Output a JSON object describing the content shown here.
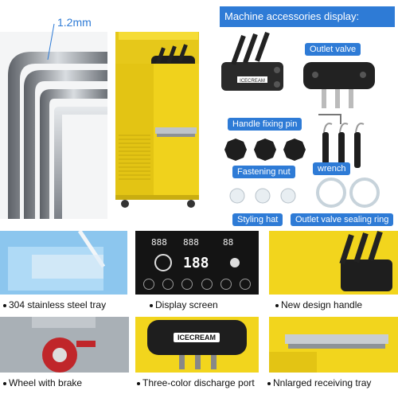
{
  "thickness_label": "1.2mm",
  "accessories": {
    "header": "Machine accessories display:",
    "labels": {
      "outlet_valve": "Outlet valve",
      "handle_fixing_pin": "Handle fixing pin",
      "fastening_nut": "Fastening nut",
      "wrench": "wrench",
      "styling_hat": "Styling hat",
      "outlet_valve_sealing_ring": "Outlet valve sealing ring"
    },
    "header_text_brand": "ICECREAM"
  },
  "features": [
    {
      "caption": "304 stainless steel tray"
    },
    {
      "caption": "Display screen"
    },
    {
      "caption": "New design handle"
    },
    {
      "caption": "Wheel with brake"
    },
    {
      "caption": "Three-color discharge port"
    },
    {
      "caption": "Nnlarged receiving tray"
    }
  ],
  "display_screen": {
    "digits_top_left": "888",
    "digits_top_right": "88",
    "digits_main": "188",
    "digits_top_mid": "888"
  },
  "brand_badge": "ICECREAM",
  "colors": {
    "accent_blue": "#2e7bd6",
    "machine_yellow": "#f0d21c",
    "steel": "#9aa1a8"
  }
}
